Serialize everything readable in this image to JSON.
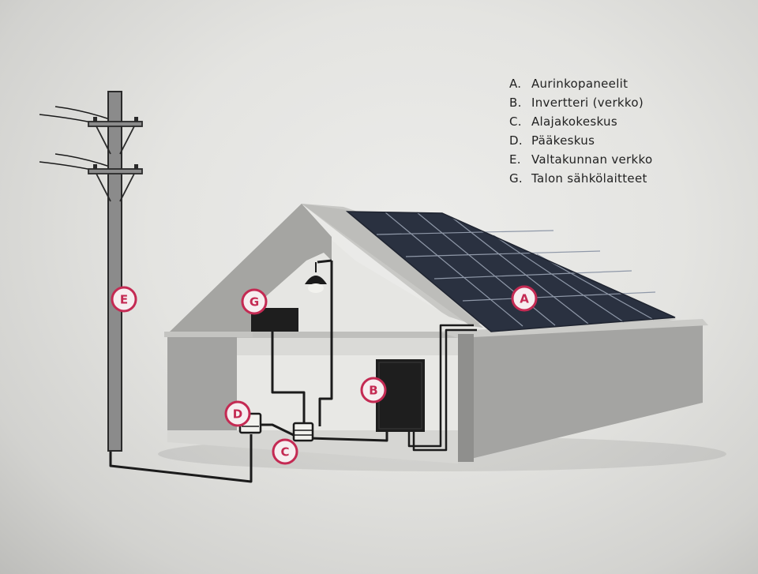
{
  "colors": {
    "marker": "#c42a53",
    "panel": "#2a3140",
    "panel_grid": "#8f98a8",
    "roof_face": "#a7a7a4",
    "roof_edge": "#c9c9c6",
    "wall_back": "#a2a2a0",
    "wall_side": "#a3a3a1",
    "floor": "#cfcfcc",
    "wire": "#1b1b1b",
    "pole": "#8b8b8b"
  },
  "markers": {
    "a": "A",
    "b": "B",
    "c": "C",
    "d": "D",
    "e": "E",
    "g": "G"
  },
  "legend": [
    {
      "key": "A.",
      "label": "Aurinkopaneelit"
    },
    {
      "key": "B.",
      "label": "Invertteri (verkko)"
    },
    {
      "key": "C.",
      "label": "Alajakokeskus"
    },
    {
      "key": "D.",
      "label": "Pääkeskus"
    },
    {
      "key": "E.",
      "label": "Valtakunnan verkko"
    },
    {
      "key": "G.",
      "label": "Talon sähkölaitteet"
    }
  ]
}
